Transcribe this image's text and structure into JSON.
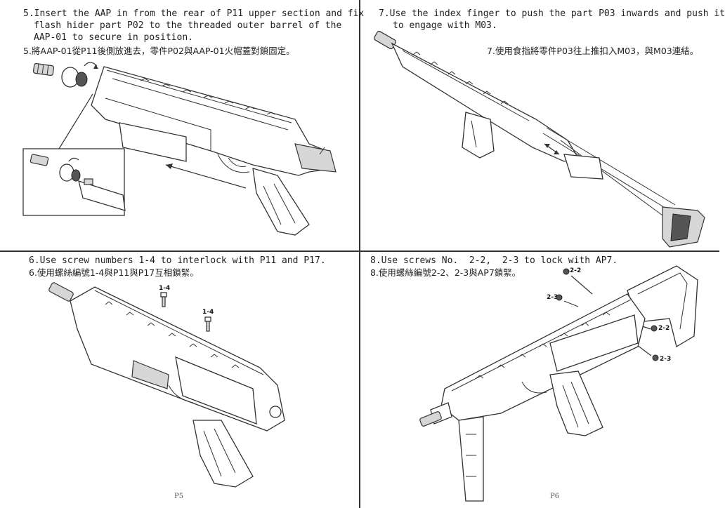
{
  "step5": {
    "en_line1": "5.Insert the AAP in from the rear of P11 upper section and fix",
    "en_line2": "flash hider part P02 to the threaded outer barrel of the",
    "en_line3": "AAP-01 to secure in position.",
    "zh": "5.將AAP-01從P11後側放進去，零件P02與AAP-01火帽蓋對鎖固定。"
  },
  "step7": {
    "en_line1": "7.Use the index finger to push the part P03 inwards and push it",
    "en_line2": "to engage with M03.",
    "zh": "7.使用食指將零件P03往上推扣入M03，與M03連結。"
  },
  "step6": {
    "en": "6.Use screw numbers 1-4 to interlock with P11 and P17.",
    "zh": "6.使用螺絲編號1-4與P11與P17互相鎖緊。",
    "screw_labels": [
      "1-4",
      "1-4"
    ]
  },
  "step8": {
    "en": "8.Use screws No.  2-2,  2-3 to lock with AP7.",
    "zh": "8.使用螺絲編號2-2、2-3與AP7鎖緊。",
    "screw_labels": [
      "2-2",
      "2-3",
      "2-2",
      "2-3"
    ]
  },
  "pages": {
    "left": "P5",
    "right": "P6"
  }
}
